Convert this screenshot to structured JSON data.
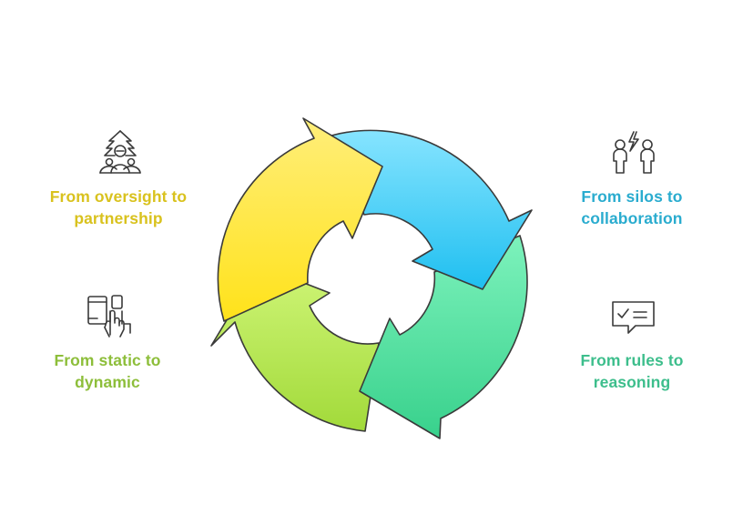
{
  "items": [
    {
      "id": "oversight-partnership",
      "line1": "From oversight to",
      "line2": "partnership",
      "color": "#D9C21E",
      "icon": "organization-partnership-icon"
    },
    {
      "id": "silos-collaboration",
      "line1": "From silos to",
      "line2": "collaboration",
      "color": "#2AACCF",
      "icon": "people-collaboration-icon"
    },
    {
      "id": "static-dynamic",
      "line1": "From static to",
      "line2": "dynamic",
      "color": "#8DBE3A",
      "icon": "devices-touch-icon"
    },
    {
      "id": "rules-reasoning",
      "line1": "From rules to",
      "line2": "reasoning",
      "color": "#3DBE8C",
      "icon": "checklist-chat-icon"
    }
  ],
  "cycle": {
    "segments": [
      {
        "name": "yellow",
        "color_top": "#FFEA6A",
        "color_bottom": "#FFE21C"
      },
      {
        "name": "blue",
        "color_top": "#7EE0FF",
        "color_bottom": "#22C2F2"
      },
      {
        "name": "green",
        "color_top": "#79F0B8",
        "color_bottom": "#3DD490"
      },
      {
        "name": "lime",
        "color_top": "#C8F26E",
        "color_bottom": "#A6DC3C"
      }
    ],
    "stroke": "#3a3a3a"
  }
}
